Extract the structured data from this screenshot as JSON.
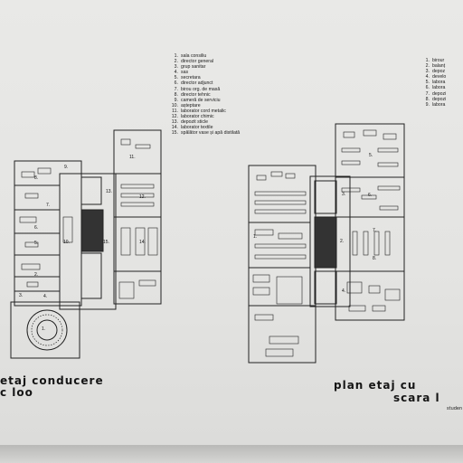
{
  "legend_left": [
    {
      "num": "1.",
      "label": "sala consiliu"
    },
    {
      "num": "2.",
      "label": "director general"
    },
    {
      "num": "3.",
      "label": "grup sanitar"
    },
    {
      "num": "4.",
      "label": "sas"
    },
    {
      "num": "5.",
      "label": "secretara"
    },
    {
      "num": "6.",
      "label": "director adjunct"
    },
    {
      "num": "7.",
      "label": "birou org. de masă"
    },
    {
      "num": "8.",
      "label": "director tehnic"
    },
    {
      "num": "9.",
      "label": "cameră de serviciu"
    },
    {
      "num": "10.",
      "label": "așteptare"
    },
    {
      "num": "11.",
      "label": "laborator cord metalic"
    },
    {
      "num": "12.",
      "label": "laborator chimic"
    },
    {
      "num": "13.",
      "label": "depozit sticle"
    },
    {
      "num": "14.",
      "label": "laborator textile"
    },
    {
      "num": "15.",
      "label": "spălător vase și apă distilată"
    }
  ],
  "legend_right": [
    {
      "num": "1.",
      "label": "birour"
    },
    {
      "num": "2.",
      "label": "balanț"
    },
    {
      "num": "3.",
      "label": "depoz"
    },
    {
      "num": "4.",
      "label": "develo"
    },
    {
      "num": "5.",
      "label": "labora"
    },
    {
      "num": "6.",
      "label": "labora"
    },
    {
      "num": "7.",
      "label": "depozi"
    },
    {
      "num": "8.",
      "label": "depozi"
    },
    {
      "num": "9.",
      "label": "labora"
    }
  ],
  "captions": {
    "left_line1": "etaj conducere",
    "left_line2": "c loo",
    "right_line1": "plan etaj cu",
    "right_line2": "scara l",
    "footnote": "studen"
  },
  "room_labels_left": [
    "9.",
    "8.",
    "7.",
    "6.",
    "5.",
    "2.",
    "3.",
    "4.",
    "1.",
    "10.",
    "11.",
    "12.",
    "13.",
    "15.",
    "14."
  ],
  "room_labels_right": [
    "1.",
    "3.",
    "5.",
    "6.",
    "2.",
    "7.",
    "8.",
    "4."
  ]
}
